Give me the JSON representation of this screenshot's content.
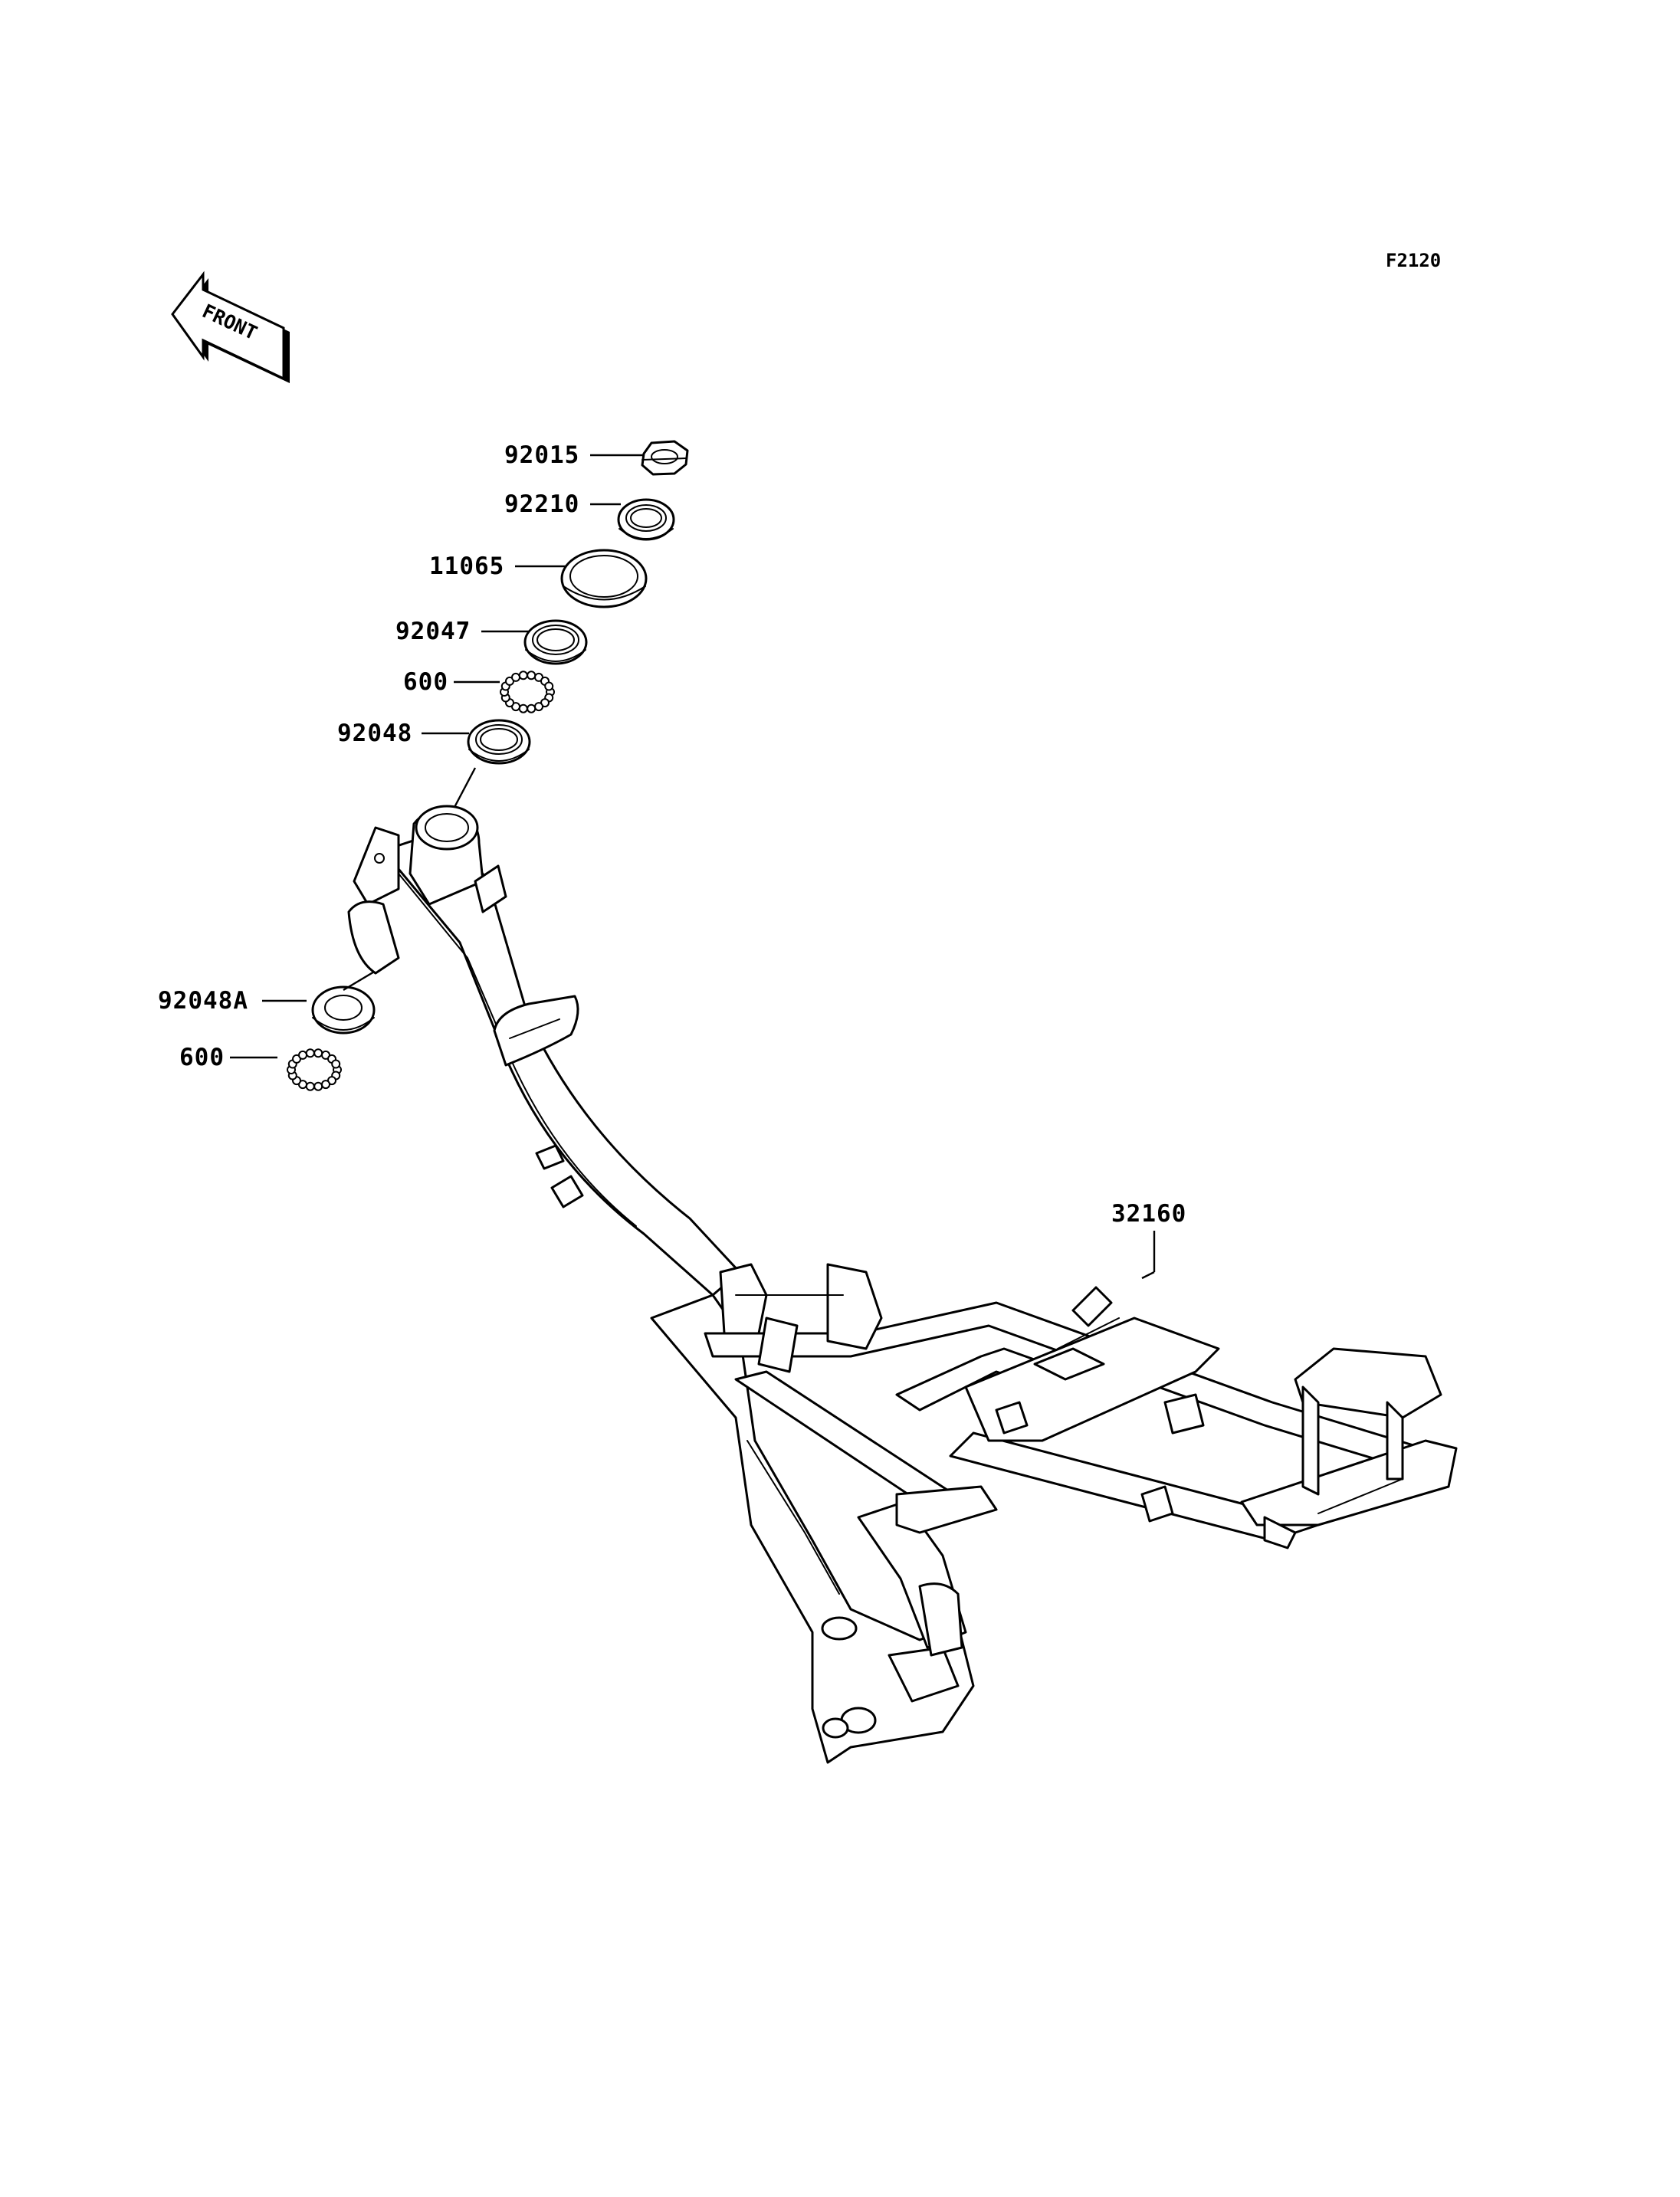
{
  "figure_code": "F2120",
  "front_arrow_text": "FRONT",
  "parts": [
    {
      "number": "92015"
    },
    {
      "number": "92210"
    },
    {
      "number": "11065"
    },
    {
      "number": "92047"
    },
    {
      "number": "600"
    },
    {
      "number": "92048"
    },
    {
      "number": "92048A"
    },
    {
      "number": "600"
    },
    {
      "number": "32160"
    }
  ]
}
